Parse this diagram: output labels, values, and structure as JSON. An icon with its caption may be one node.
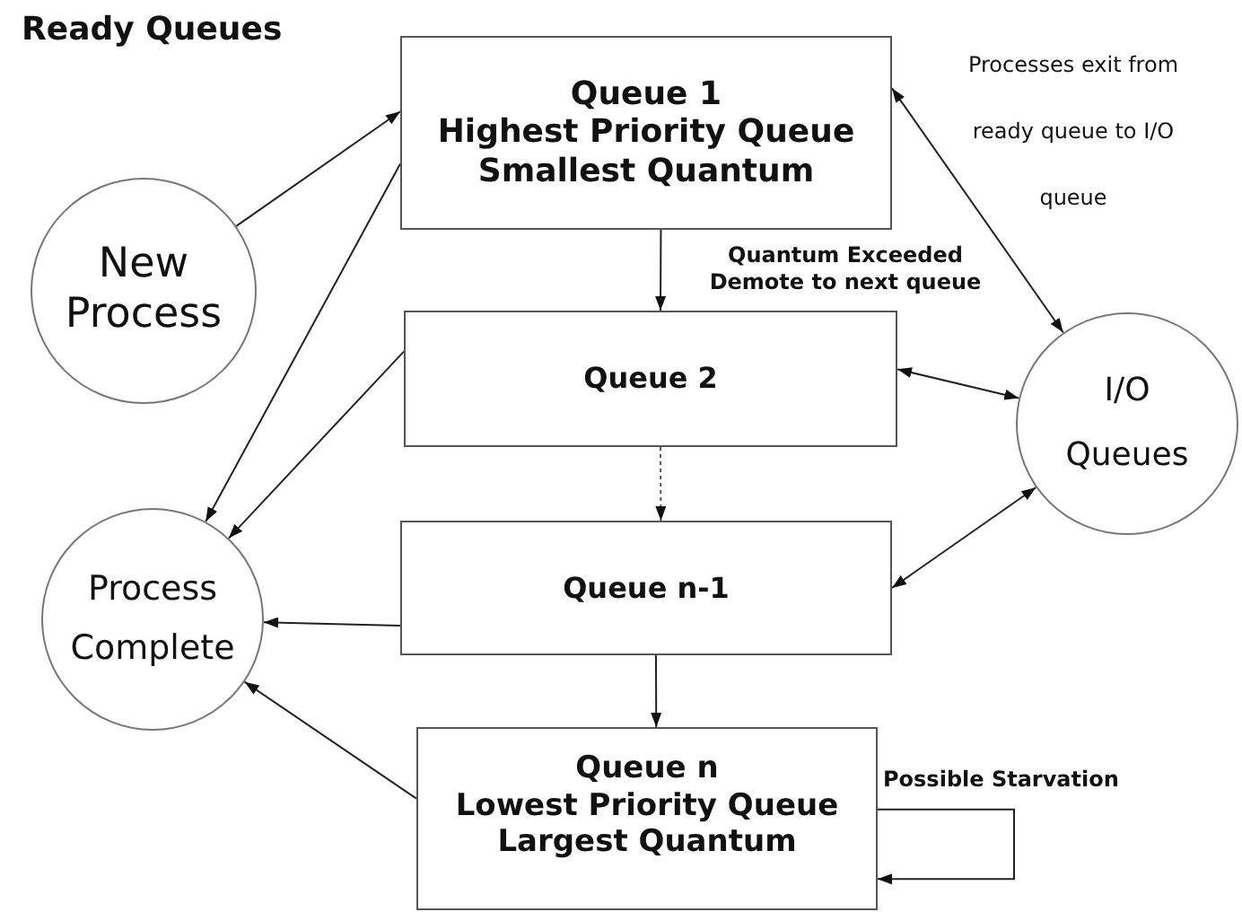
{
  "diagram": {
    "title": "Ready Queues",
    "nodes": [
      {
        "text": [
          "Queue 1",
          "Highest Priority Queue",
          "Smallest Quantum"
        ]
      },
      {
        "text": [
          "New Process"
        ]
      },
      {
        "text": [
          "Queue 2"
        ]
      },
      {
        "text": [
          "I/O Queues"
        ]
      },
      {
        "text": [
          "Process Complete"
        ]
      },
      {
        "text": [
          "Queue n-1"
        ]
      },
      {
        "text": [
          "Queue n",
          "Lowest Priority Queue",
          "Largest Quantum"
        ]
      }
    ],
    "edges": [
      {
        "from": 1,
        "to": 0,
        "arrow": "to"
      },
      {
        "from": 0,
        "to": 2,
        "arrow": "to"
      },
      {
        "from": 0,
        "to": 4,
        "arrow": "to"
      },
      {
        "from": 2,
        "to": 4,
        "arrow": "to"
      },
      {
        "from": 2,
        "to": 5,
        "arrow": "to",
        "style": "dashed"
      },
      {
        "from": 5,
        "to": 4,
        "arrow": "to"
      },
      {
        "from": 5,
        "to": 6,
        "arrow": "to"
      },
      {
        "from": 6,
        "to": 4,
        "arrow": "to"
      },
      {
        "from": 6,
        "to": 6,
        "arrow": "to",
        "label": "Possible Starvation"
      },
      {
        "from": 0,
        "to": 3,
        "arrow": "both"
      },
      {
        "from": 2,
        "to": 3,
        "arrow": "both"
      },
      {
        "from": 5,
        "to": 3,
        "arrow": "both"
      }
    ],
    "labels": [
      "Processes exit from ready queue to I/O queue",
      "Quantum Exceeded Demote to next queue"
    ]
  }
}
